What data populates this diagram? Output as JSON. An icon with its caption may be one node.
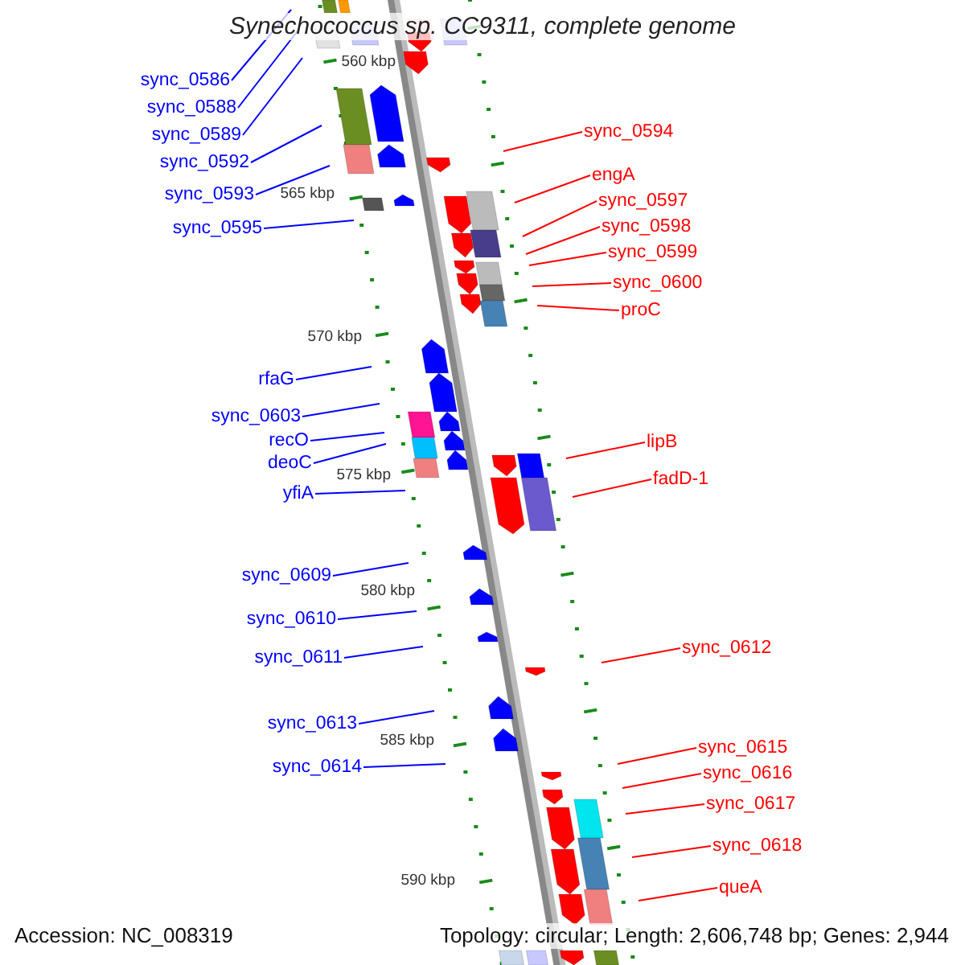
{
  "diagram": {
    "title": "Synechococcus sp. CC9311, complete genome",
    "nodes": [
      {
        "text": [
          "sync_0586"
        ]
      },
      {
        "text": [
          "sync_0588"
        ]
      },
      {
        "text": [
          "sync_0589"
        ]
      },
      {
        "text": [
          "sync_0594"
        ]
      },
      {
        "text": [
          "sync_0592"
        ]
      },
      {
        "text": [
          "engA"
        ]
      },
      {
        "text": [
          "sync_0593"
        ]
      },
      {
        "text": [
          "sync_0597"
        ]
      },
      {
        "text": [
          "sync_0598"
        ]
      },
      {
        "text": [
          "sync_0595"
        ]
      },
      {
        "text": [
          "sync_0599"
        ]
      },
      {
        "text": [
          "sync_0600"
        ]
      },
      {
        "text": [
          "proC"
        ]
      },
      {
        "text": [
          "rfaG"
        ]
      },
      {
        "text": [
          "sync_0603"
        ]
      },
      {
        "text": [
          "recO"
        ]
      },
      {
        "text": [
          "lipB"
        ]
      },
      {
        "text": [
          "deoC"
        ]
      },
      {
        "text": [
          "fadD-1"
        ]
      },
      {
        "text": [
          "yfiA"
        ]
      },
      {
        "text": [
          "sync_0609"
        ]
      },
      {
        "text": [
          "sync_0610"
        ]
      },
      {
        "text": [
          "sync_0612"
        ]
      },
      {
        "text": [
          "sync_0611"
        ]
      },
      {
        "text": [
          "sync_0613"
        ]
      },
      {
        "text": [
          "sync_0615"
        ]
      },
      {
        "text": [
          "sync_0614"
        ]
      },
      {
        "text": [
          "sync_0616"
        ]
      },
      {
        "text": [
          "sync_0617"
        ]
      },
      {
        "text": [
          "sync_0618"
        ]
      },
      {
        "text": [
          "queA"
        ]
      }
    ],
    "edges": [
      {
        "from": 0,
        "to": null,
        "arrow": "none"
      },
      {
        "from": 1,
        "to": null,
        "arrow": "none"
      },
      {
        "from": 2,
        "to": null,
        "arrow": "none"
      },
      {
        "from": 3,
        "to": null,
        "arrow": "none",
        "color": "#ff0000"
      },
      {
        "from": 4,
        "to": null,
        "arrow": "none"
      },
      {
        "from": 5,
        "to": null,
        "arrow": "none",
        "color": "#ff0000"
      },
      {
        "from": 6,
        "to": null,
        "arrow": "none"
      },
      {
        "from": 7,
        "to": null,
        "arrow": "none",
        "color": "#ff0000"
      },
      {
        "from": 8,
        "to": null,
        "arrow": "none",
        "color": "#ff0000"
      },
      {
        "from": 9,
        "to": null,
        "arrow": "none"
      },
      {
        "from": 10,
        "to": null,
        "arrow": "none",
        "color": "#ff0000"
      },
      {
        "from": 11,
        "to": null,
        "arrow": "none",
        "color": "#ff0000"
      },
      {
        "from": 12,
        "to": null,
        "arrow": "none",
        "color": "#ff0000"
      },
      {
        "from": 13,
        "to": null,
        "arrow": "none"
      },
      {
        "from": 14,
        "to": null,
        "arrow": "none"
      },
      {
        "from": 15,
        "to": null,
        "arrow": "none"
      },
      {
        "from": 16,
        "to": null,
        "arrow": "none",
        "color": "#ff0000"
      },
      {
        "from": 17,
        "to": null,
        "arrow": "none"
      },
      {
        "from": 18,
        "to": null,
        "arrow": "none",
        "color": "#ff0000"
      },
      {
        "from": 19,
        "to": null,
        "arrow": "none"
      },
      {
        "from": 20,
        "to": null,
        "arrow": "none"
      },
      {
        "from": 21,
        "to": null,
        "arrow": "none"
      },
      {
        "from": 22,
        "to": null,
        "arrow": "none",
        "color": "#ff0000"
      },
      {
        "from": 23,
        "to": null,
        "arrow": "none"
      },
      {
        "from": 24,
        "to": null,
        "arrow": "none"
      },
      {
        "from": 25,
        "to": null,
        "arrow": "none",
        "color": "#ff0000"
      },
      {
        "from": 26,
        "to": null,
        "arrow": "none"
      },
      {
        "from": 27,
        "to": null,
        "arrow": "none",
        "color": "#ff0000"
      },
      {
        "from": 28,
        "to": null,
        "arrow": "none",
        "color": "#ff0000"
      },
      {
        "from": 29,
        "to": null,
        "arrow": "none",
        "color": "#ff0000"
      },
      {
        "from": 30,
        "to": null,
        "arrow": "none",
        "color": "#ff0000"
      }
    ],
    "labels": [
      "560 kbp",
      "565 kbp",
      "570 kbp",
      "575 kbp",
      "580 kbp",
      "585 kbp",
      "590 kbp",
      "Accession: NC_008319",
      "Topology: circular; Length: 2,606,748 bp; Genes: 2,944"
    ]
  }
}
